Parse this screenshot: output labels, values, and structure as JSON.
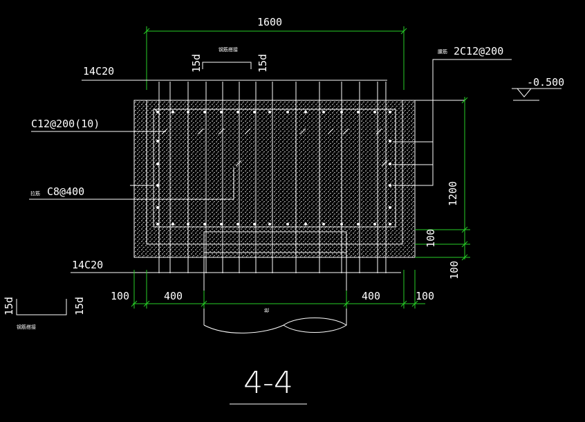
{
  "title": "4-4",
  "top_dimension": "1600",
  "height_dimension": "1200",
  "bottom_dims": {
    "left_edge": "100",
    "left_span": "400",
    "right_span": "400",
    "right_edge": "100"
  },
  "right_dims": {
    "lower_a": "100",
    "lower_b": "100"
  },
  "elevation": "-0.500",
  "rebar": {
    "top_long": "14C20",
    "bottom_long": "14C20",
    "stirrup": "C12@200(10)",
    "tie": "C8@400",
    "tie_prefix": "拉筋",
    "side": "2C12@200",
    "side_prefix": "腰筋"
  },
  "hook_length": "15d",
  "notes": {
    "top_lap": "钢筋搭接",
    "legend_lap": "钢筋搭接",
    "pile": "桩"
  },
  "colors": {
    "line": "#ffffff",
    "dimension": "#27d027",
    "background": "#000000"
  }
}
